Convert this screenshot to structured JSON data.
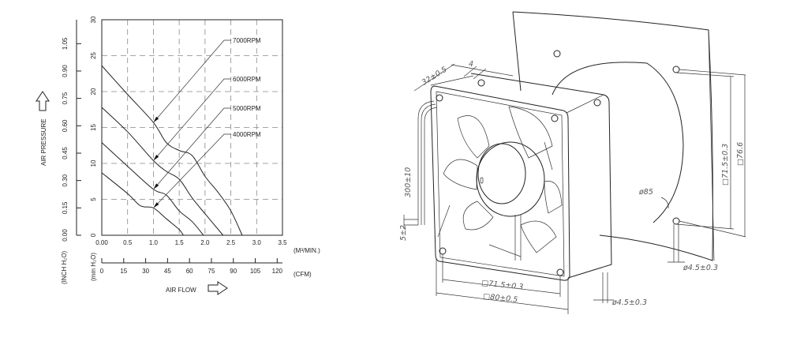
{
  "chart_data": {
    "type": "line",
    "title": "",
    "xlabel": "AIR FLOW",
    "ylabel": "AIR PRESSURE",
    "x_units_primary": "(M³/MIN.)",
    "x_units_secondary": "(CFM)",
    "y_units_primary": "(mm H₂O)",
    "y_units_secondary": "(INCH H₂O)",
    "xlim": [
      0,
      3.5
    ],
    "ylim": [
      0,
      30
    ],
    "grid": true,
    "x_ticks": [
      "0.00",
      "0.5",
      "1.0",
      "1.5",
      "2.0",
      "2.5",
      "3.0",
      "3.5"
    ],
    "cfm_ticks": [
      "0",
      "15",
      "30",
      "45",
      "60",
      "75",
      "90",
      "105",
      "120"
    ],
    "y_ticks": [
      "0",
      "5",
      "10",
      "15",
      "20",
      "25",
      "30"
    ],
    "inch_ticks": [
      "0.00",
      "0.15",
      "0.30",
      "0.45",
      "0.60",
      "0.75",
      "0.90",
      "1.05"
    ],
    "series": [
      {
        "name": "7000RPM",
        "x": [
          0,
          0.5,
          1.0,
          1.25,
          1.5,
          1.75,
          2.0,
          2.25,
          2.5,
          2.72
        ],
        "y": [
          23.6,
          19.6,
          15.7,
          12.9,
          11.8,
          11.1,
          8.2,
          6.0,
          3.4,
          0
        ]
      },
      {
        "name": "6000RPM",
        "x": [
          0,
          0.5,
          1.0,
          1.25,
          1.5,
          1.75,
          2.0,
          2.35
        ],
        "y": [
          17.8,
          14.4,
          10.4,
          8.9,
          7.8,
          5.2,
          3.0,
          0
        ]
      },
      {
        "name": "5000RPM",
        "x": [
          0,
          0.5,
          1.0,
          1.25,
          1.5,
          1.75,
          1.97
        ],
        "y": [
          12.9,
          9.6,
          6.4,
          5.6,
          3.4,
          1.9,
          0
        ]
      },
      {
        "name": "4000RPM",
        "x": [
          0,
          0.5,
          0.75,
          1.0,
          1.25,
          1.5,
          1.58
        ],
        "y": [
          8.7,
          5.8,
          4.1,
          3.8,
          2.3,
          0.8,
          0
        ]
      }
    ]
  },
  "drawing": {
    "depth": "32±0.5",
    "flange": "4",
    "lead_length": "300±10",
    "strip_length": "5±2",
    "hole_pitch_front": "□71.5±0.3",
    "frame_size": "□80±0.5",
    "hole_pitch_panel": "□71.5±0.3",
    "panel_square": "□76.6",
    "cutout_diameter": "ø85",
    "hole_diameter_panel": "ø4.5±0.3",
    "hole_diameter_fan": "ø4.5±0.3"
  }
}
